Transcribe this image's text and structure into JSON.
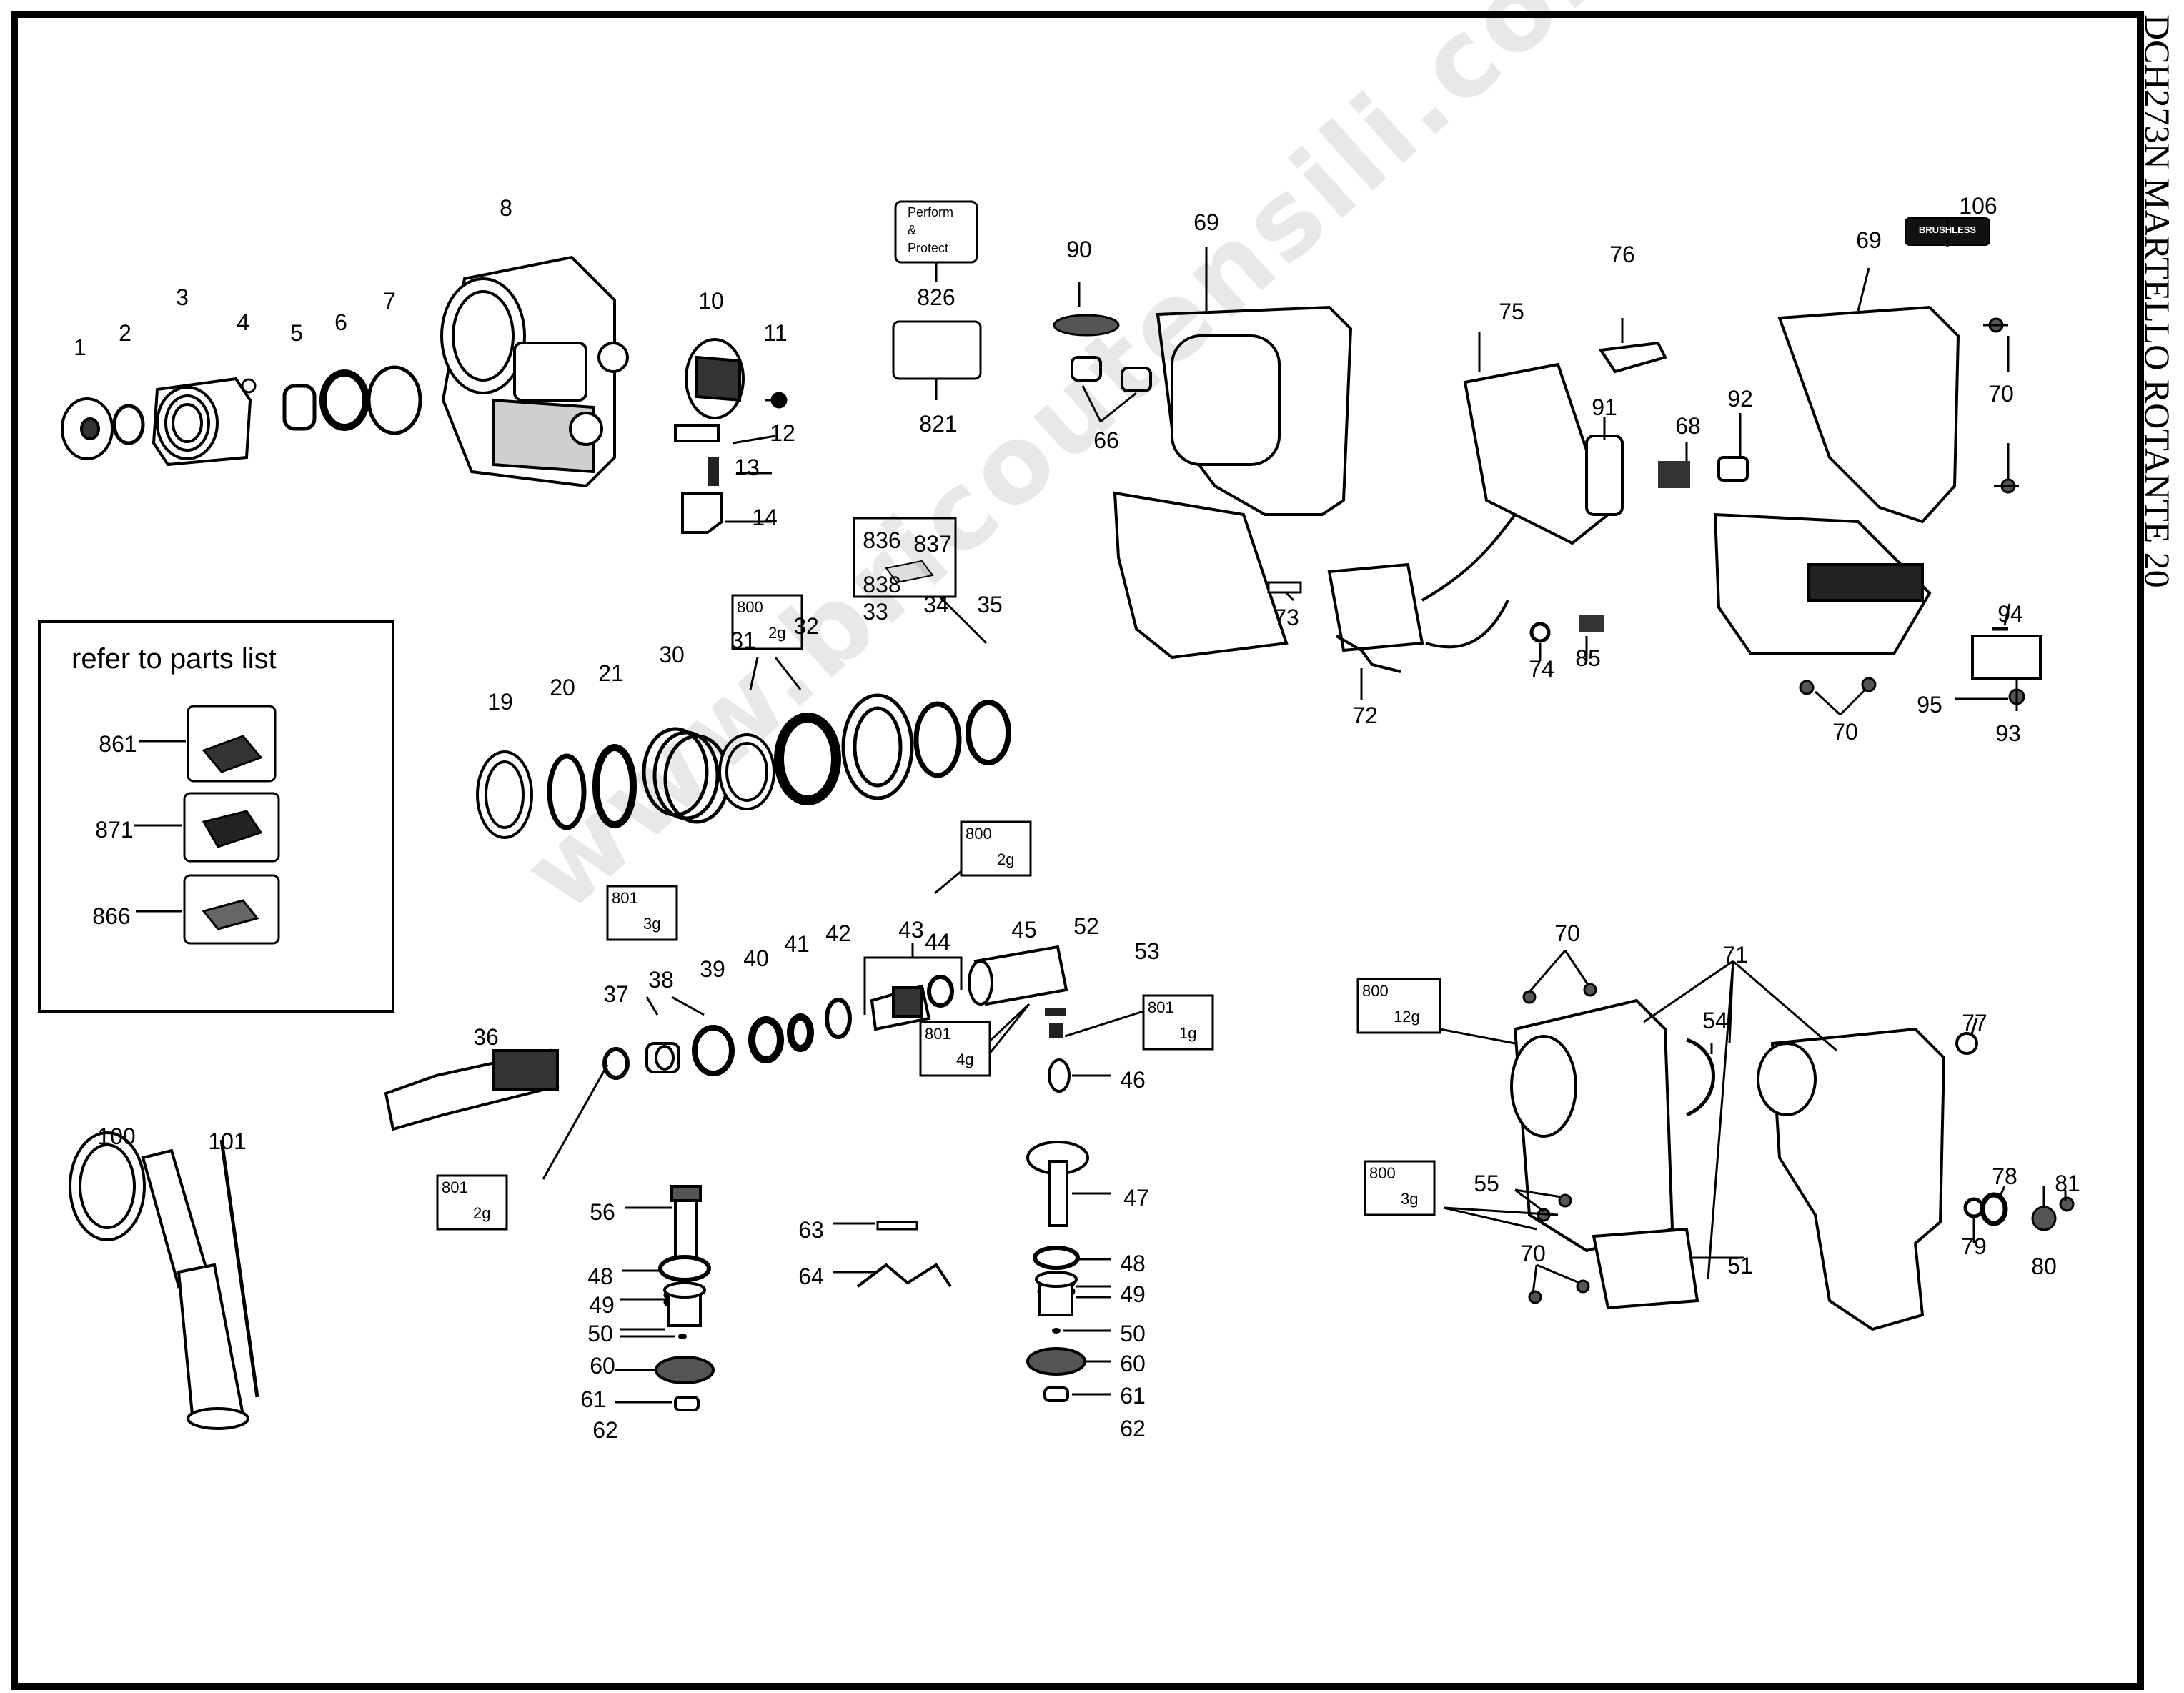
{
  "title": "DCH273N    MARTELLO ROTANTE 20",
  "watermark": "www.bricoutensili.com",
  "refer_label": "refer to parts list",
  "labels": {
    "l1": "1",
    "l2": "2",
    "l3": "3",
    "l4": "4",
    "l5": "5",
    "l6": "6",
    "l7": "7",
    "l8": "8",
    "l10": "10",
    "l11": "11",
    "l12": "12",
    "l13": "13",
    "l14": "14",
    "l19": "19",
    "l20": "20",
    "l21": "21",
    "l30": "30",
    "l31": "31",
    "l32": "32",
    "l33": "33",
    "l34": "34",
    "l35": "35",
    "l36": "36",
    "l37": "37",
    "l38": "38",
    "l39": "39",
    "l40": "40",
    "l41": "41",
    "l42": "42",
    "l43": "43",
    "l44": "44",
    "l45": "45",
    "l46": "46",
    "l47": "47",
    "l48a": "48",
    "l48b": "48",
    "l49a": "49",
    "l49b": "49",
    "l50a": "50",
    "l50b": "50",
    "l51": "51",
    "l52": "52",
    "l53": "53",
    "l54": "54",
    "l55": "55",
    "l56": "56",
    "l60a": "60",
    "l60b": "60",
    "l61a": "61",
    "l61b": "61",
    "l62a": "62",
    "l62b": "62",
    "l63": "63",
    "l64": "64",
    "l66": "66",
    "l68": "68",
    "l69a": "69",
    "l69b": "69",
    "l70a": "70",
    "l70b": "70",
    "l70c": "70",
    "l70d": "70",
    "l71": "71",
    "l72": "72",
    "l73": "73",
    "l74": "74",
    "l75": "75",
    "l76": "76",
    "l77": "77",
    "l78": "78",
    "l79": "79",
    "l80": "80",
    "l81": "81",
    "l85": "85",
    "l90": "90",
    "l91": "91",
    "l92": "92",
    "l93": "93",
    "l94": "94",
    "l95": "95",
    "l100": "100",
    "l101": "101",
    "l106": "106",
    "l821": "821",
    "l826": "826",
    "l836": "836",
    "l837": "837",
    "l838": "838",
    "l861": "861",
    "l871": "871",
    "l866": "866"
  },
  "lube_boxes": {
    "b1": {
      "code": "800",
      "qty": "2g"
    },
    "b2": {
      "code": "800",
      "qty": "2g"
    },
    "b3": {
      "code": "801",
      "qty": "3g"
    },
    "b4": {
      "code": "801",
      "qty": "1g"
    },
    "b5": {
      "code": "801",
      "qty": "4g"
    },
    "b6": {
      "code": "801",
      "qty": "2g"
    },
    "b7": {
      "code": "800",
      "qty": "12g"
    },
    "b8": {
      "code": "800",
      "qty": "3g"
    }
  },
  "label_826": [
    "Perform",
    "&",
    "Protect"
  ],
  "badge_106": "BRUSHLESS"
}
